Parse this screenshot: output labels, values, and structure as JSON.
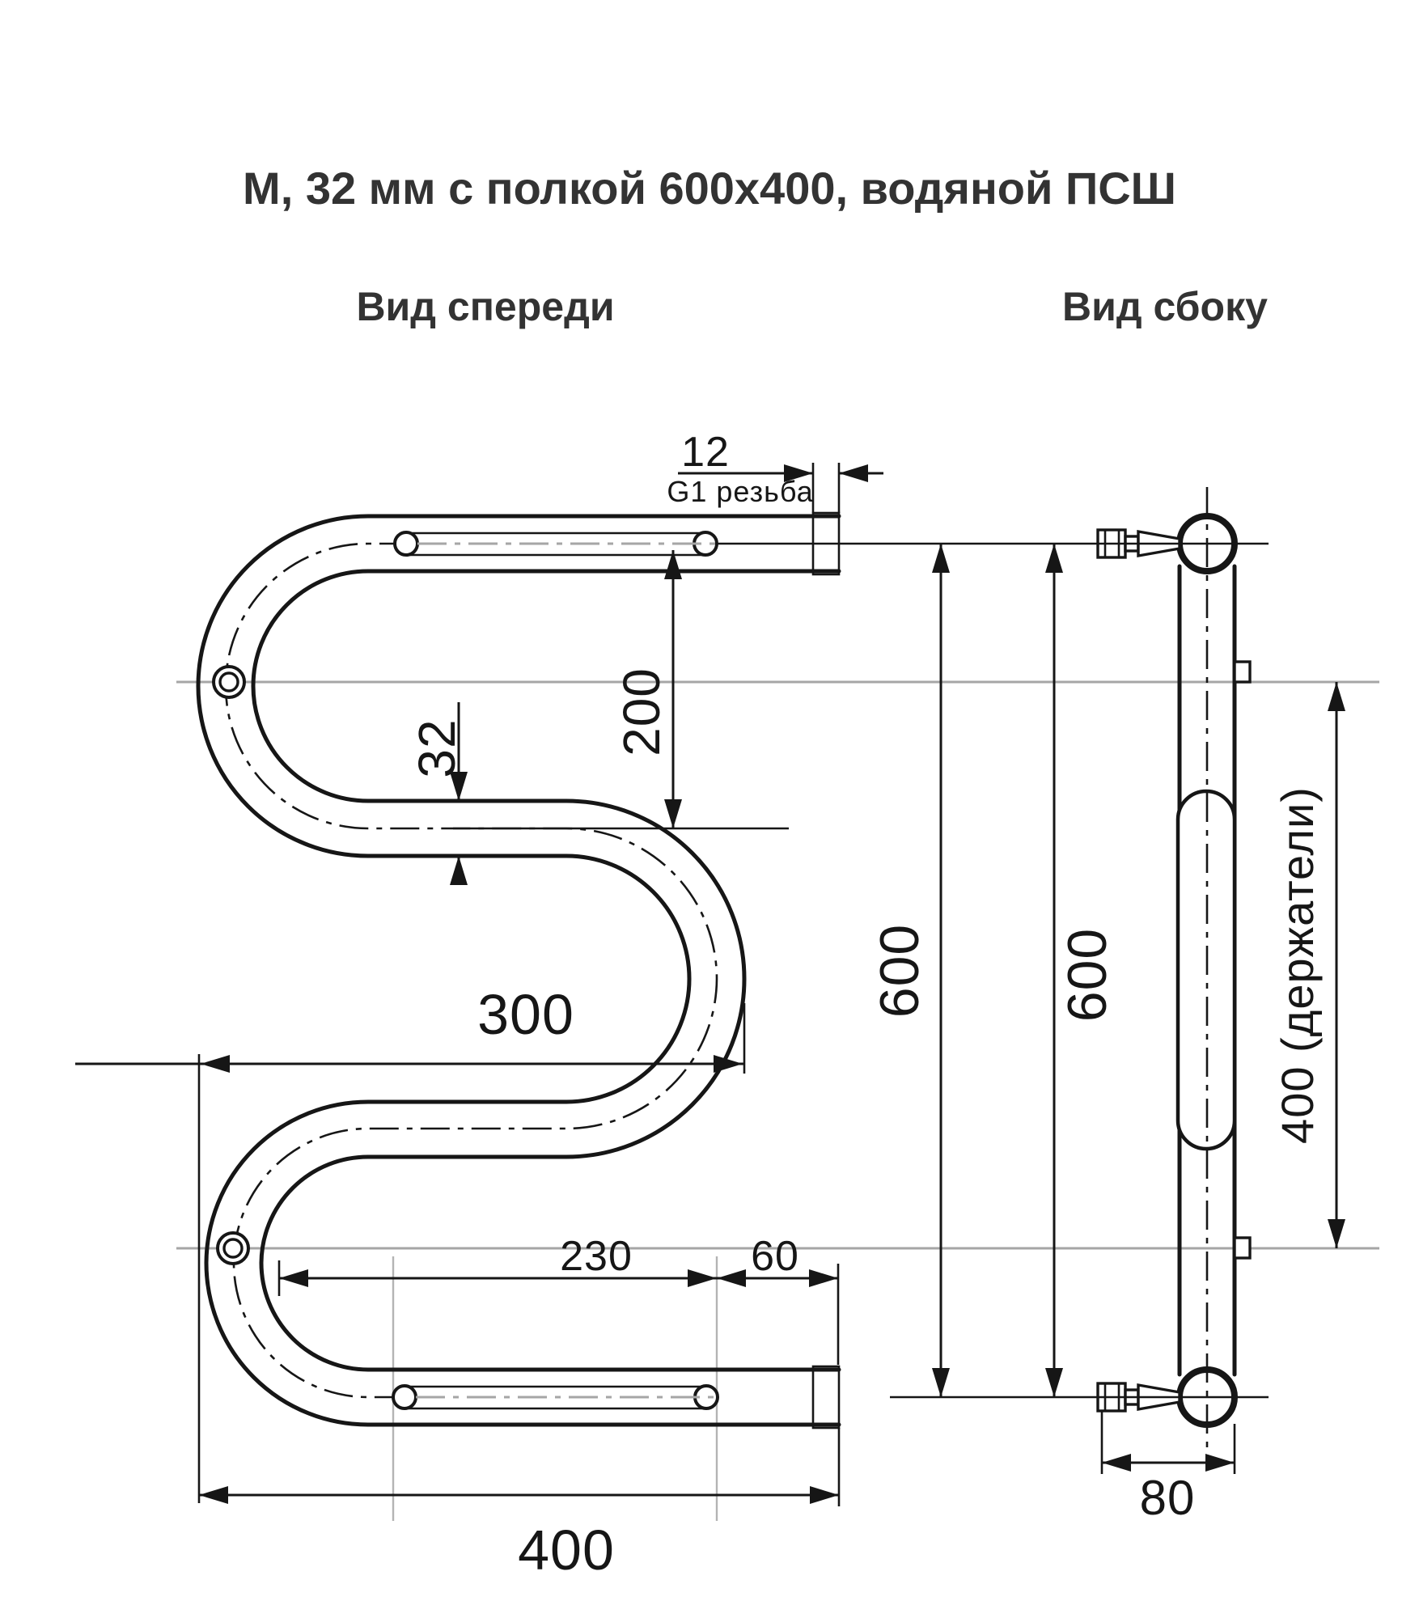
{
  "title": "М, 32 мм с полкой 600х400, водяной ПСШ",
  "views": {
    "front_label": "Вид спереди",
    "side_label": "Вид сбоку"
  },
  "dims": {
    "thread_len": "12",
    "thread_note": "G1 резьба",
    "offset_200": "200",
    "pipe_dia": "32",
    "width_300": "300",
    "shelf_230": "230",
    "gap_60": "60",
    "width_400": "400",
    "height_600_front": "600",
    "height_600_side": "600",
    "holders_400": "400 (держатели)",
    "depth_80": "80"
  },
  "colors": {
    "line": "#161616",
    "construction": "#a6a6a6",
    "background": "#ffffff"
  }
}
